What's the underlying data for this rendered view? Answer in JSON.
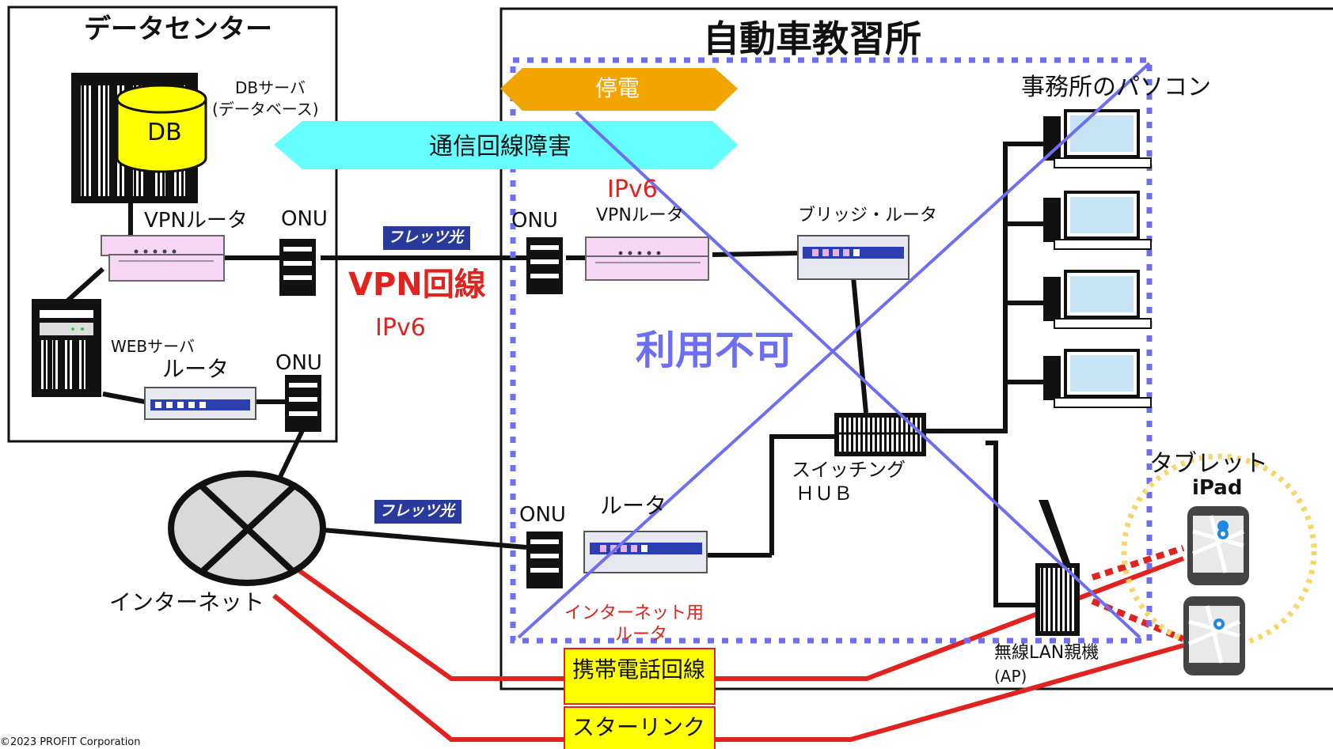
{
  "data_center": {
    "title": "データセンター"
  },
  "school": {
    "title": "自動車教習所"
  },
  "banners": {
    "power_outage": "停電",
    "line_failure": "通信回線障害"
  },
  "dc_devices": {
    "db_label": "DB",
    "db_server_label": "DBサーバ",
    "db_server_sub": "(データベース)",
    "vpn_router": "VPNルータ",
    "onu_top": "ONU",
    "web_server": "WEBサーバ",
    "router": "ルータ",
    "onu_bottom": "ONU"
  },
  "links": {
    "flets_top": "フレッツ光",
    "flets_bottom": "フレッツ光",
    "vpn_line": "VPN回線",
    "ipv6_left": "IPv6",
    "ipv6_right": "IPv6"
  },
  "school_devices": {
    "onu_top": "ONU",
    "vpn_router": "VPNルータ",
    "bridge_router": "ブリッジ・ルータ",
    "unavailable": "利用不可",
    "office_pcs": "事務所のパソコン",
    "switching_hub_line1": "スイッチング",
    "switching_hub_line2": "ＨＵＢ",
    "onu_bottom": "ONU",
    "router": "ルータ",
    "internet_router_line1": "インターネット用",
    "internet_router_line2": "ルータ",
    "tablet": "タブレット",
    "ipad": "iPad",
    "ap_line1": "無線LAN親機",
    "ap_line2": "(AP)"
  },
  "internet": {
    "label": "インターネット"
  },
  "backup_lines": {
    "mobile": "携帯電話回線",
    "starlink": "スターリンク"
  },
  "footer": {
    "copyright": "©2023 PROFIT Corporation"
  },
  "colors": {
    "red": "#e0231f",
    "purple": "#6d6ef0",
    "outage_orange": "#f2a400",
    "failure_cyan": "#66ffff",
    "db_yellow": "#ffff00",
    "router_pink": "#f8d6f5",
    "backup_yellow": "#ffff00",
    "tablet_circle": "#f7d567",
    "flets_blue": "#2a3a9c"
  }
}
